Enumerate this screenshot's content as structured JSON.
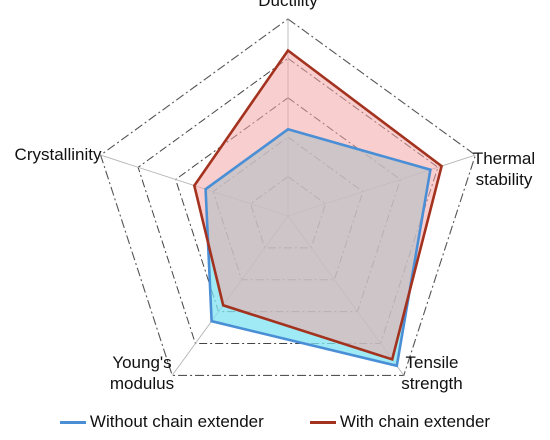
{
  "chart_data": {
    "type": "radar",
    "axes": [
      "Ductility",
      "Thermal stability",
      "Tensile strength",
      "Young's modulus",
      "Crystallinity"
    ],
    "axis_label_lines": [
      [
        "Ductility"
      ],
      [
        "Thermal",
        "stability"
      ],
      [
        "Tensile",
        "strength"
      ],
      [
        "Young's",
        "modulus"
      ],
      [
        "Crystallinity"
      ]
    ],
    "range": [
      0,
      5
    ],
    "series": [
      {
        "name": "Without chain extender",
        "values": [
          2.2,
          3.8,
          4.7,
          3.3,
          2.2
        ],
        "color": "#4a8fd6",
        "fill": "#7fe3f0"
      },
      {
        "name": "With chain extender",
        "values": [
          4.2,
          4.1,
          4.5,
          2.8,
          2.5
        ],
        "color": "#a3321f",
        "fill": "#f4a5a5"
      }
    ],
    "grid": "dash-dot pentagons",
    "legend": "bottom"
  }
}
